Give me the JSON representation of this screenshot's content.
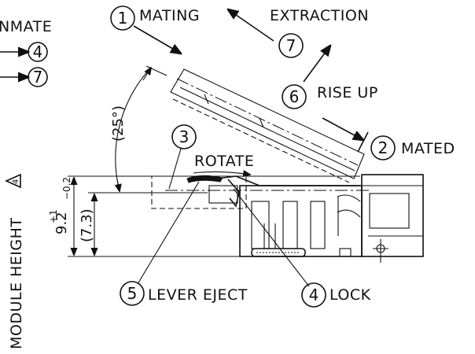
{
  "labels": {
    "unmate": "NMATE",
    "mating": "MATING",
    "extraction": "EXTRACTION",
    "rise_up": "RISE UP",
    "mated": "MATED",
    "rotate": "ROTATE",
    "lever_eject": "LEVER EJECT",
    "lock": "LOCK",
    "module_height": "MODULE HEIGHT",
    "height_value": "9.2",
    "height_tol_plus": "+1",
    "height_tol_minus": "−0.2",
    "inner_height": "(7.3)",
    "angle": "(25°)",
    "note_triangle": "4"
  },
  "callouts": {
    "c1": "1",
    "c2": "2",
    "c3": "3",
    "c4_left": "4",
    "c4_bottom": "4",
    "c5": "5",
    "c6": "6",
    "c7_left": "7",
    "c7_top": "7"
  }
}
